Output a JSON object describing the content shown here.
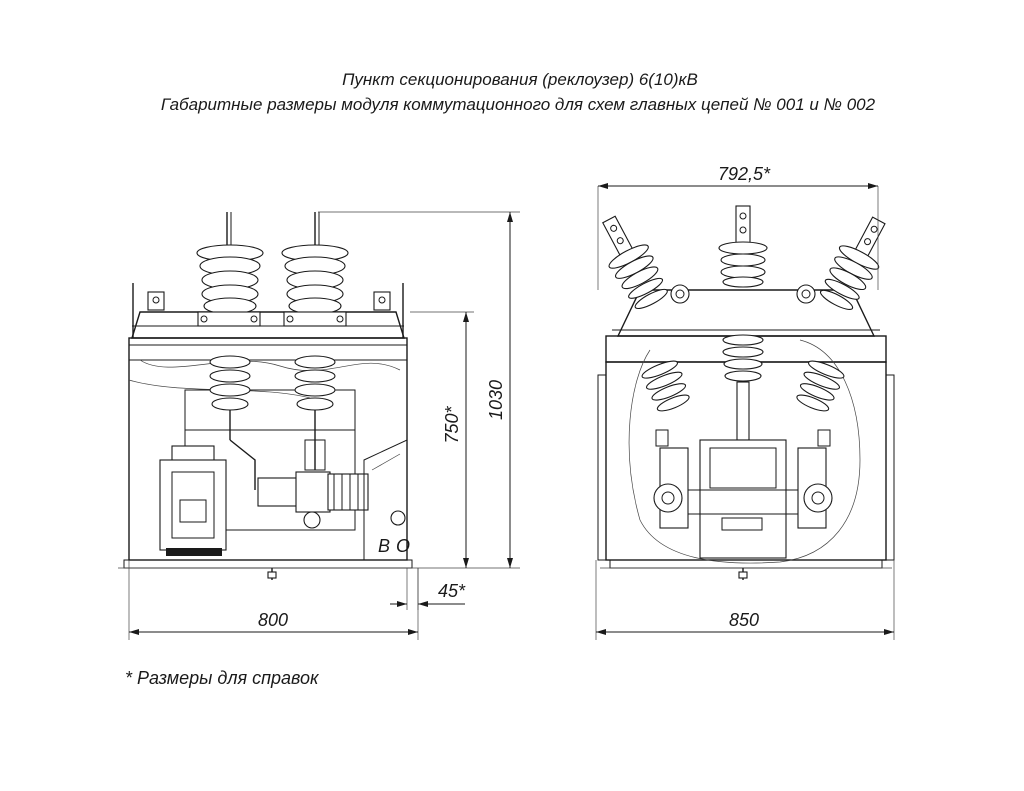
{
  "title": {
    "line1": "Пункт секционирования (реклоузер) 6(10)кВ",
    "line2": "Габаритные размеры модуля коммутационного для схем главных цепей № 001 и № 002"
  },
  "dimensions": {
    "height_total": "1030",
    "height_partial": "750*",
    "width_left": "800",
    "offset": "45*",
    "width_top": "792,5*",
    "width_right": "850"
  },
  "labels": {
    "marker_b": "В",
    "marker_o": "О"
  },
  "footnote": "* Размеры для справок"
}
